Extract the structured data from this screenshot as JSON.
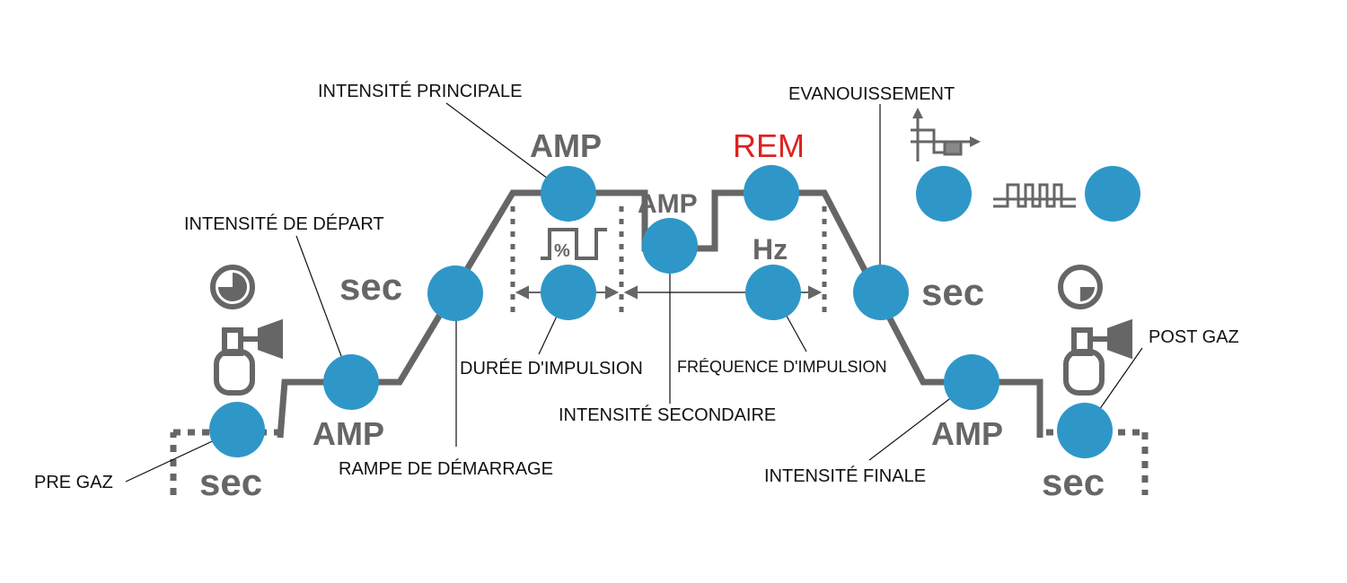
{
  "colors": {
    "accent": "#2f97c8",
    "curve": "#666666",
    "warning": "#e02020",
    "text": "#111111"
  },
  "panel_labels": {
    "sec_pre": "sec",
    "amp_start": "AMP",
    "sec_upslope": "sec",
    "amp_main": "AMP",
    "amp_base": "AMP",
    "rem": "REM",
    "hz": "Hz",
    "pct": "%",
    "sec_downslope": "sec",
    "amp_final": "AMP",
    "sec_post": "sec"
  },
  "callouts": {
    "pre_gaz": "PRE GAZ",
    "intensite_depart": "INTENSITÉ DE DÉPART",
    "rampe_demarrage": "RAMPE DE DÉMARRAGE",
    "intensite_principale": "INTENSITÉ PRINCIPALE",
    "duree_impulsion": "DURÉE D'IMPULSION",
    "intensite_secondaire": "INTENSITÉ SECONDAIRE",
    "frequence_impulsion": "FRÉQUENCE D'IMPULSION",
    "evanouissement": "EVANOUISSEMENT",
    "intensite_finale": "INTENSITÉ FINALE",
    "post_gaz": "POST GAZ"
  },
  "icons": [
    "clock-icon",
    "gas-cylinder-icon",
    "pulse-duty-icon",
    "ac-wave-icon",
    "pulse-train-icon"
  ]
}
